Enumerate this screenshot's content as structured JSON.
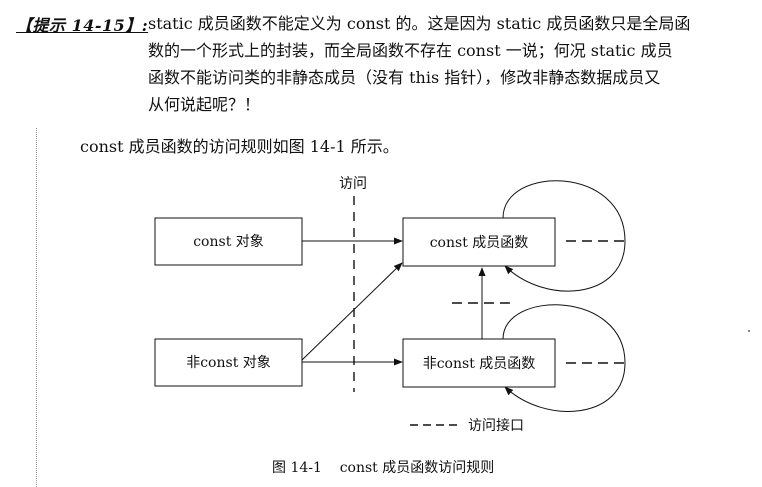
{
  "tip": {
    "label": "【提示 14-15】:",
    "lines": [
      "static 成员函数不能定义为 const 的。这是因为 static 成员函数只是全局函",
      "数的一个形式上的封装，而全局函数不存在 const 一说；何况 static 成员",
      "函数不能访问类的非静态成员（没有 this 指针），修改非静态数据成员又",
      "从何说起呢？！"
    ]
  },
  "intro": "const 成员函数的访问规则如图 14-1 所示。",
  "diagram": {
    "access_label": "访问",
    "const_object": "const 对象",
    "nonconst_object": "非const 对象",
    "const_member_fn": "const 成员函数",
    "nonconst_member_fn": "非const 成员函数",
    "legend_dash": "----",
    "legend_label": "访问接口"
  },
  "caption": "图 14-1    const 成员函数访问规则"
}
